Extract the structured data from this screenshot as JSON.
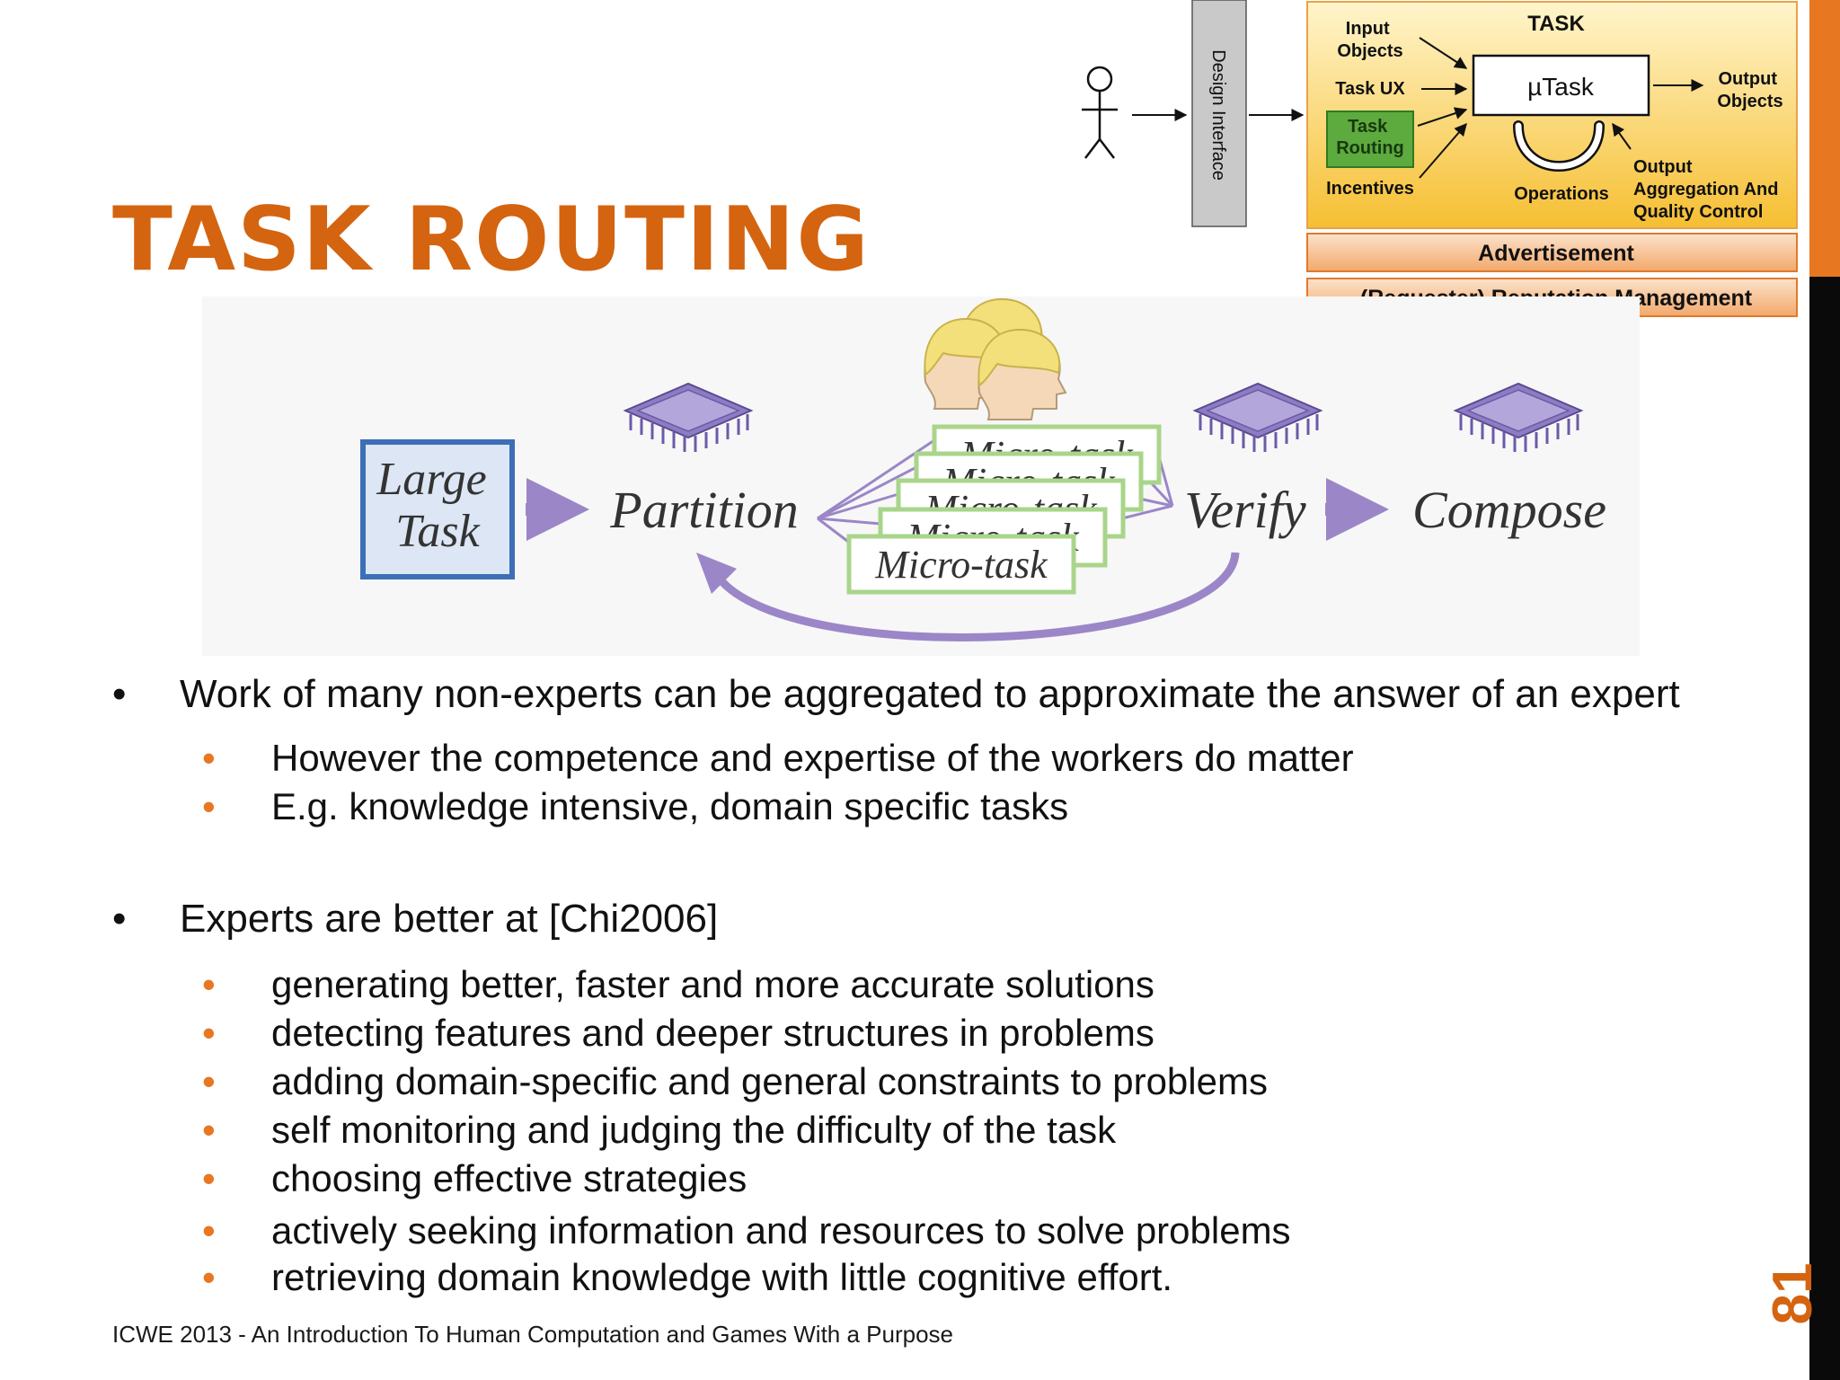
{
  "slide": {
    "title": "TASK ROUTING",
    "number": "81",
    "footer": "ICWE 2013 - An Introduction To Human Computation and Games With a Purpose"
  },
  "framework": {
    "design_interface": "Design Interface",
    "task_header": "TASK",
    "input_objects": "Input Objects",
    "task_ux": "Task UX",
    "task_routing": "Task Routing",
    "incentives": "Incentives",
    "utask": "µTask",
    "output_objects": "Output Objects",
    "operations": "Operations",
    "output_aggregation": "Output Aggregation And Quality Control",
    "advertisement": "Advertisement",
    "reputation": "(Requester) Reputation Management",
    "colors": {
      "panel_top": "#FFF5CC",
      "panel_bottom": "#F6BF32",
      "panel_border": "#E8A24A",
      "highlight": "#5DAA3E",
      "bar_orange": "#F2A86A"
    }
  },
  "workflow": {
    "large_task": "Large Task",
    "partition": "Partition",
    "micro_task": "Micro-task",
    "verify": "Verify",
    "compose": "Compose",
    "colors": {
      "arrow": "#9B86C8",
      "chip": "#8E7CC3",
      "large_task_border": "#3D6FB6",
      "large_task_fill": "#DCE6F4",
      "micro_border": "#A9D58A"
    }
  },
  "bullets": [
    {
      "text": "Work of many non-experts can be aggregated to approximate the answer of an expert",
      "sub": [
        "However the competence and expertise of the workers do matter",
        "E.g. knowledge intensive, domain specific tasks"
      ]
    },
    {
      "text": "Experts are better at [Chi2006]",
      "sub": [
        "generating better, faster and more accurate solutions",
        "detecting features and deeper structures in problems",
        "adding domain-specific and general constraints to problems",
        "self monitoring and judging the difficulty of the task",
        "choosing effective strategies",
        "actively seeking information and resources to solve problems",
        "retrieving domain knowledge with little cognitive effort."
      ]
    }
  ],
  "bullet_glyph": "•"
}
